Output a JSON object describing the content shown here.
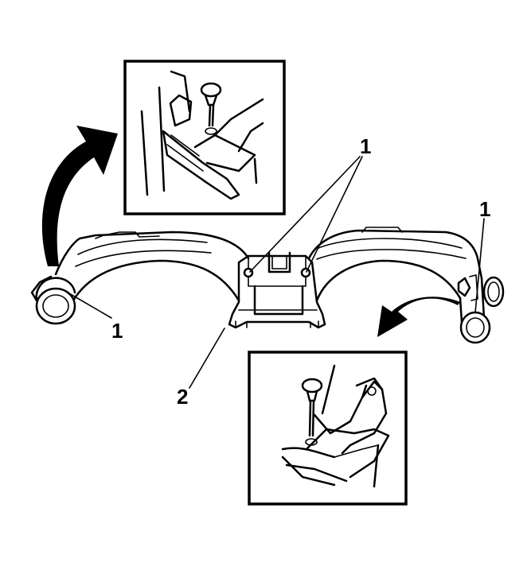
{
  "labels": {
    "fastener_top": "1",
    "fastener_right": "1",
    "fastener_left": "1",
    "duct": "2"
  },
  "colors": {
    "line": "#000000",
    "background": "#ffffff"
  },
  "icons": {
    "upper_arrow": "curved-arrow-icon",
    "lower_arrow": "curved-arrow-icon"
  }
}
